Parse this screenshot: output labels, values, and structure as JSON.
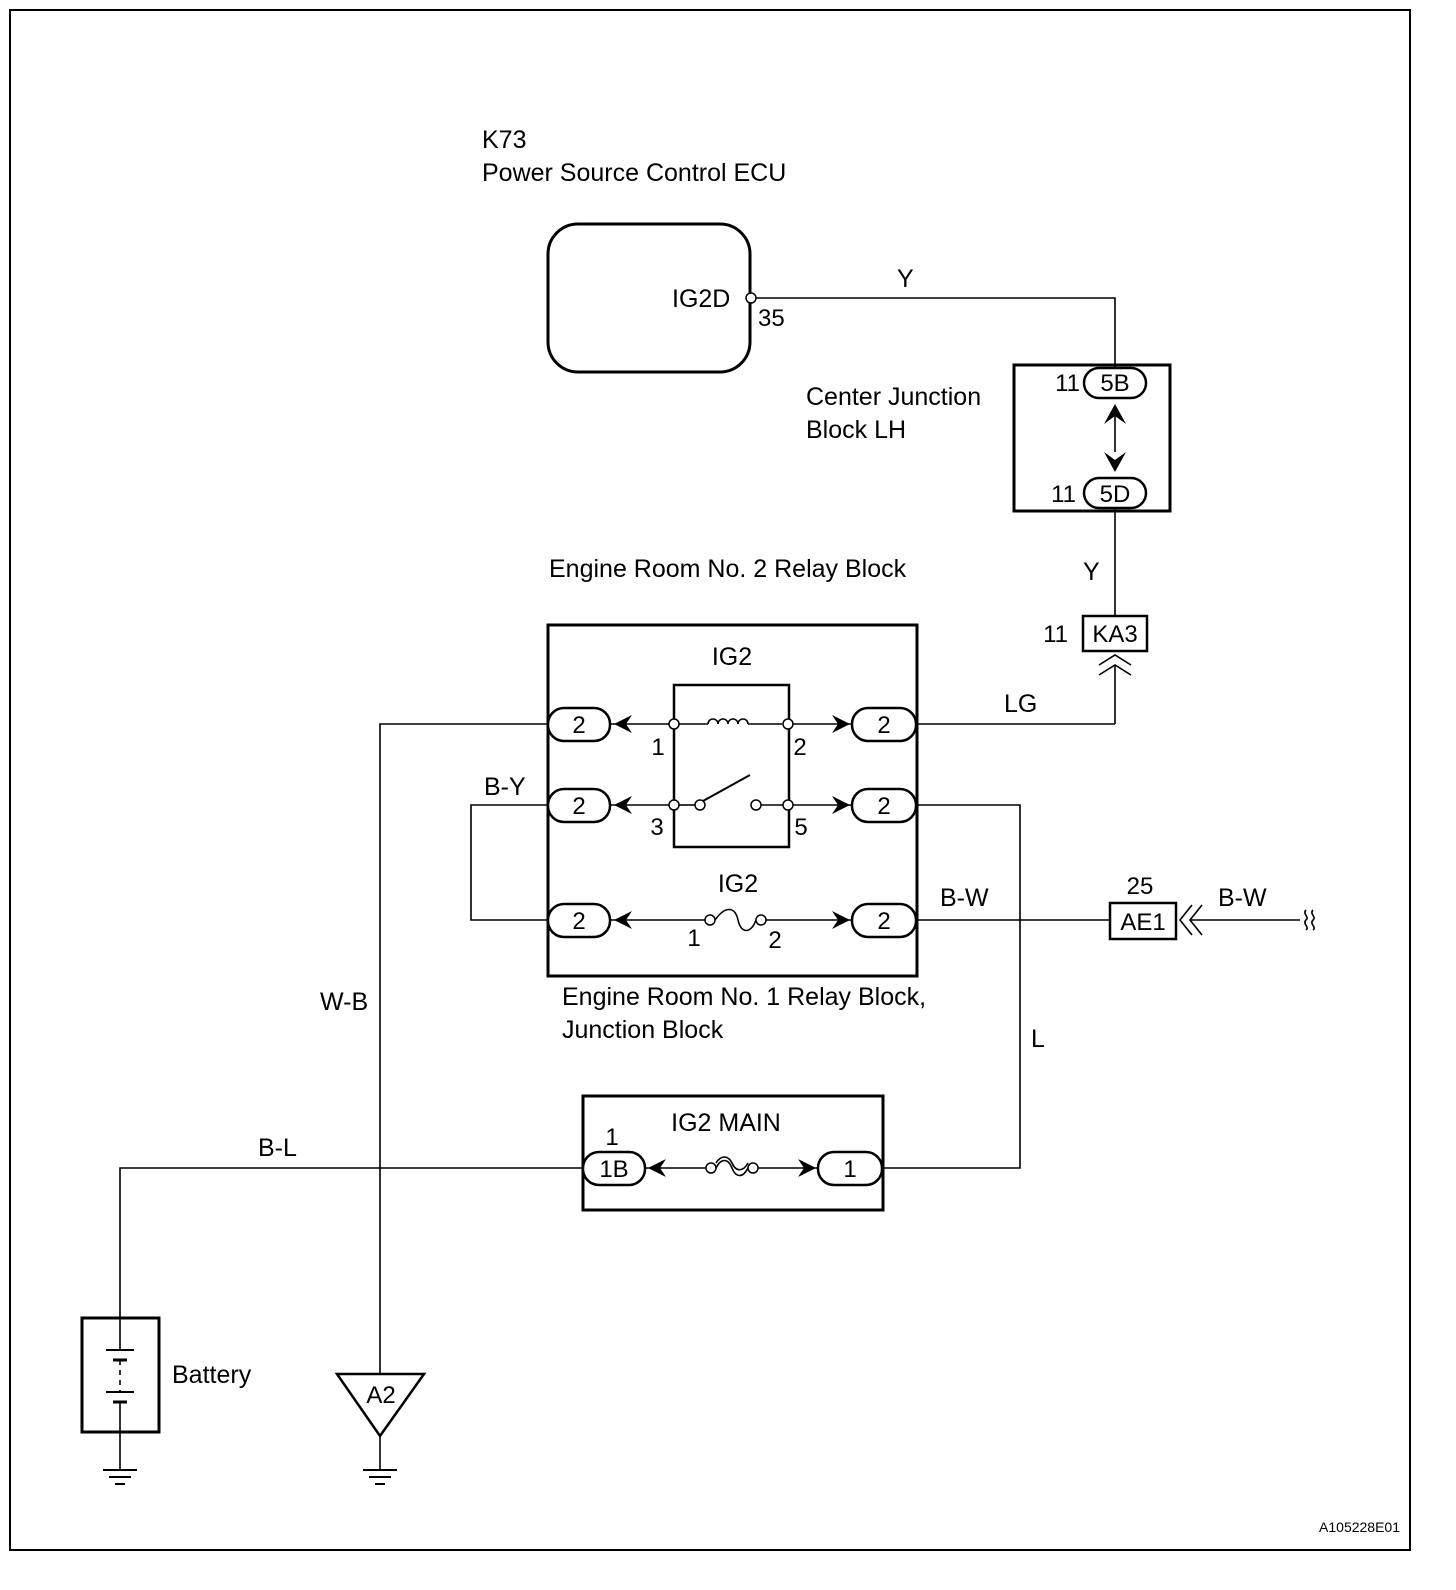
{
  "ecu": {
    "code": "K73",
    "name": "Power Source Control ECU",
    "terminal": "IG2D",
    "pin": "35"
  },
  "center_junction_block": {
    "name_line1": "Center Junction",
    "name_line2": "Block LH",
    "connector_top": "5B",
    "connector_bottom": "5D",
    "pin_top": "11",
    "pin_bottom": "11"
  },
  "engine_room_no2": {
    "title": "Engine Room No. 2 Relay Block",
    "relay_label": "IG2",
    "fuse_label": "IG2",
    "connector_pin": "2",
    "relay_pins": [
      "1",
      "2",
      "3",
      "5"
    ],
    "fuse_pins": [
      "1",
      "2"
    ]
  },
  "engine_room_no1": {
    "line1": "Engine Room No. 1 Relay Block,",
    "line2": "Junction Block"
  },
  "ig2_main": {
    "label": "IG2 MAIN",
    "left_connector": "1B",
    "left_pin": "1",
    "right_connector": "1"
  },
  "inline_connectors": {
    "ka3": {
      "code": "KA3",
      "pin": "11"
    },
    "ae1": {
      "code": "AE1",
      "pin": "25"
    }
  },
  "wires": {
    "ecu_to_cjb": "Y",
    "cjb_to_ka3": "Y",
    "lg": "LG",
    "by": "B-Y",
    "bw_left": "B-W",
    "bw_right": "B-W",
    "wb": "W-B",
    "l": "L",
    "bl": "B-L"
  },
  "battery": {
    "label": "Battery"
  },
  "ground": {
    "code": "A2"
  },
  "figure_id": "A105228E01"
}
